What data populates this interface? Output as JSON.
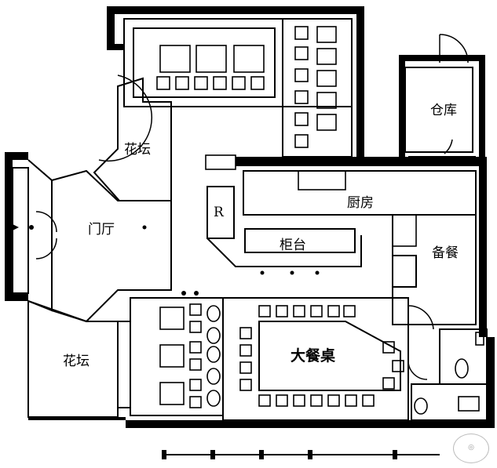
{
  "rooms": {
    "storage": "仓库",
    "flowerbed_top": "花坛",
    "kitchen": "厨房",
    "fridge": "R",
    "lobby": "门厅",
    "counter": "柜台",
    "prep": "备餐",
    "flowerbed_bottom": "花坛",
    "banquet_table": "大餐桌"
  },
  "colors": {
    "ink": "#000000",
    "paper": "#ffffff"
  },
  "icons": {
    "watermark": "logo-seal",
    "scale": "scale-bar"
  }
}
